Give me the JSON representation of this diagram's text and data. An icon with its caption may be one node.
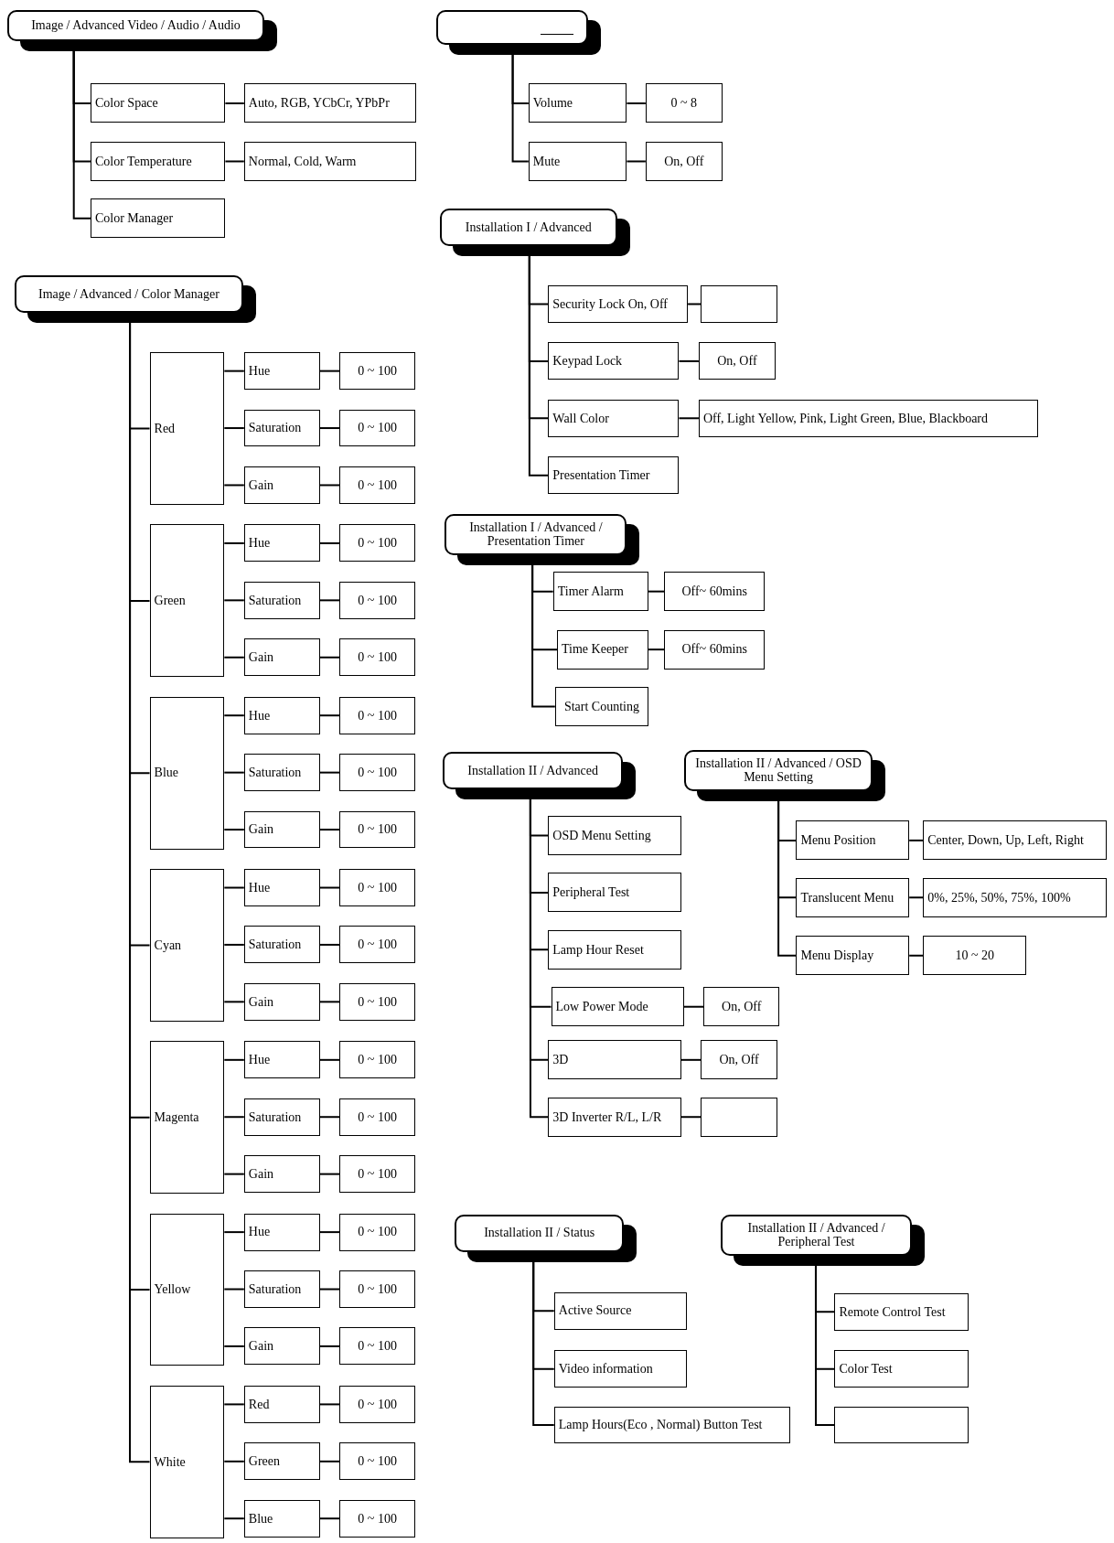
{
  "diagram": {
    "nodes": [
      {
        "text": [
          "Image / Advanced Video / Audio / Audio"
        ]
      },
      {
        "text": [
          "Color Space"
        ]
      },
      {
        "text": [
          "Auto, RGB, YCbCr, YPbPr"
        ]
      },
      {
        "text": [
          "Color Temperature"
        ]
      },
      {
        "text": [
          "Normal, Cold, Warm"
        ]
      },
      {
        "text": [
          "Color Manager"
        ]
      },
      {
        "text": [],
        "shape": "box"
      },
      {
        "text": [
          "Volume"
        ]
      },
      {
        "text": [
          "0 ~ 8"
        ]
      },
      {
        "text": [
          "Mute"
        ]
      },
      {
        "text": [
          "On, Off"
        ]
      },
      {
        "text": [
          "Installation I / Advanced"
        ]
      },
      {
        "text": [
          "Security Lock On, Off"
        ]
      },
      {
        "text": [],
        "shape": "box"
      },
      {
        "text": [
          "Keypad Lock"
        ]
      },
      {
        "text": [
          "On, Off"
        ]
      },
      {
        "text": [
          "Wall Color"
        ]
      },
      {
        "text": [
          "Off, Light Yellow, Pink, Light Green, Blue, Blackboard"
        ]
      },
      {
        "text": [
          "Presentation Timer"
        ]
      },
      {
        "text": [
          "Installation I / Advanced / Presentation Timer"
        ]
      },
      {
        "text": [
          "Timer Alarm"
        ]
      },
      {
        "text": [
          "Off~ 60mins"
        ]
      },
      {
        "text": [
          "Time Keeper"
        ]
      },
      {
        "text": [
          "Off~ 60mins"
        ]
      },
      {
        "text": [
          "Start Counting"
        ]
      },
      {
        "text": [
          "Installation II / Advanced"
        ]
      },
      {
        "text": [
          "Installation II / Advanced / OSD Menu Setting"
        ]
      },
      {
        "text": [
          "OSD Menu Setting"
        ]
      },
      {
        "text": [
          "Peripheral Test"
        ]
      },
      {
        "text": [
          "Lamp Hour Reset"
        ]
      },
      {
        "text": [
          "Low Power Mode"
        ]
      },
      {
        "text": [
          "On, Off"
        ]
      },
      {
        "text": [
          "3D"
        ]
      },
      {
        "text": [
          "On, Off"
        ]
      },
      {
        "text": [
          "3D Inverter R/L, L/R"
        ]
      },
      {
        "text": [],
        "shape": "box"
      },
      {
        "text": [
          "Menu Position"
        ]
      },
      {
        "text": [
          "Center, Down, Up, Left, Right"
        ]
      },
      {
        "text": [
          "Translucent Menu"
        ]
      },
      {
        "text": [
          "0%, 25%, 50%, 75%, 100%"
        ]
      },
      {
        "text": [
          "Menu Display"
        ]
      },
      {
        "text": [
          "10 ~ 20"
        ]
      },
      {
        "text": [
          "Installation II / Status"
        ]
      },
      {
        "text": [
          "Active Source"
        ]
      },
      {
        "text": [
          "Video information"
        ]
      },
      {
        "text": [
          "Lamp Hours(Eco , Normal) Button Test"
        ]
      },
      {
        "text": [
          "Installation II / Advanced / Peripheral Test"
        ]
      },
      {
        "text": [
          "Remote Control Test"
        ]
      },
      {
        "text": [
          "Color Test"
        ]
      },
      {
        "text": [],
        "shape": "box"
      },
      {
        "text": [
          "Image / Advanced / Color Manager"
        ]
      },
      {
        "text": [
          "Red"
        ]
      },
      {
        "text": [
          "Hue"
        ]
      },
      {
        "text": [
          "0 ~ 100"
        ]
      },
      {
        "text": [
          "Saturation"
        ]
      },
      {
        "text": [
          "0 ~ 100"
        ]
      },
      {
        "text": [
          "Gain"
        ]
      },
      {
        "text": [
          "0 ~ 100"
        ]
      },
      {
        "text": [
          "Green"
        ]
      },
      {
        "text": [
          "Hue"
        ]
      },
      {
        "text": [
          "0 ~ 100"
        ]
      },
      {
        "text": [
          "Saturation"
        ]
      },
      {
        "text": [
          "0 ~ 100"
        ]
      },
      {
        "text": [
          "Gain"
        ]
      },
      {
        "text": [
          "0 ~ 100"
        ]
      },
      {
        "text": [
          "Blue"
        ]
      },
      {
        "text": [
          "Hue"
        ]
      },
      {
        "text": [
          "0 ~ 100"
        ]
      },
      {
        "text": [
          "Saturation"
        ]
      },
      {
        "text": [
          "0 ~ 100"
        ]
      },
      {
        "text": [
          "Gain"
        ]
      },
      {
        "text": [
          "0 ~ 100"
        ]
      },
      {
        "text": [
          "Cyan"
        ]
      },
      {
        "text": [
          "Hue"
        ]
      },
      {
        "text": [
          "0 ~ 100"
        ]
      },
      {
        "text": [
          "Saturation"
        ]
      },
      {
        "text": [
          "0 ~ 100"
        ]
      },
      {
        "text": [
          "Gain"
        ]
      },
      {
        "text": [
          "0 ~ 100"
        ]
      },
      {
        "text": [
          "Magenta"
        ]
      },
      {
        "text": [
          "Hue"
        ]
      },
      {
        "text": [
          "0 ~ 100"
        ]
      },
      {
        "text": [
          "Saturation"
        ]
      },
      {
        "text": [
          "0 ~ 100"
        ]
      },
      {
        "text": [
          "Gain"
        ]
      },
      {
        "text": [
          "0 ~ 100"
        ]
      },
      {
        "text": [
          "Yellow"
        ]
      },
      {
        "text": [
          "Hue"
        ]
      },
      {
        "text": [
          "0 ~ 100"
        ]
      },
      {
        "text": [
          "Saturation"
        ]
      },
      {
        "text": [
          "0 ~ 100"
        ]
      },
      {
        "text": [
          "Gain"
        ]
      },
      {
        "text": [
          "0 ~ 100"
        ]
      },
      {
        "text": [
          "White"
        ]
      },
      {
        "text": [
          "Red"
        ]
      },
      {
        "text": [
          "0 ~ 100"
        ]
      },
      {
        "text": [
          "Green"
        ]
      },
      {
        "text": [
          "0 ~ 100"
        ]
      },
      {
        "text": [
          "Blue"
        ]
      },
      {
        "text": [
          "0 ~ 100"
        ]
      }
    ],
    "edges": [
      {
        "from": 0,
        "to": 1,
        "arrow": "none"
      },
      {
        "from": 0,
        "to": 3,
        "arrow": "none"
      },
      {
        "from": 0,
        "to": 5,
        "arrow": "none"
      },
      {
        "from": 1,
        "to": 2,
        "arrow": "none"
      },
      {
        "from": 3,
        "to": 4,
        "arrow": "none"
      },
      {
        "from": 6,
        "to": 7,
        "arrow": "none"
      },
      {
        "from": 6,
        "to": 9,
        "arrow": "none"
      },
      {
        "from": 7,
        "to": 8,
        "arrow": "none"
      },
      {
        "from": 9,
        "to": 10,
        "arrow": "none"
      },
      {
        "from": 11,
        "to": 12,
        "arrow": "none"
      },
      {
        "from": 11,
        "to": 14,
        "arrow": "none"
      },
      {
        "from": 11,
        "to": 16,
        "arrow": "none"
      },
      {
        "from": 11,
        "to": 18,
        "arrow": "none"
      },
      {
        "from": 12,
        "to": 13,
        "arrow": "none"
      },
      {
        "from": 14,
        "to": 15,
        "arrow": "none"
      },
      {
        "from": 16,
        "to": 17,
        "arrow": "none"
      },
      {
        "from": 19,
        "to": 20,
        "arrow": "none"
      },
      {
        "from": 19,
        "to": 22,
        "arrow": "none"
      },
      {
        "from": 19,
        "to": 24,
        "arrow": "none"
      },
      {
        "from": 20,
        "to": 21,
        "arrow": "none"
      },
      {
        "from": 22,
        "to": 23,
        "arrow": "none"
      },
      {
        "from": 25,
        "to": 27,
        "arrow": "none"
      },
      {
        "from": 25,
        "to": 28,
        "arrow": "none"
      },
      {
        "from": 25,
        "to": 29,
        "arrow": "none"
      },
      {
        "from": 25,
        "to": 30,
        "arrow": "none"
      },
      {
        "from": 25,
        "to": 32,
        "arrow": "none"
      },
      {
        "from": 25,
        "to": 34,
        "arrow": "none"
      },
      {
        "from": 30,
        "to": 31,
        "arrow": "none"
      },
      {
        "from": 32,
        "to": 33,
        "arrow": "none"
      },
      {
        "from": 34,
        "to": 35,
        "arrow": "none"
      },
      {
        "from": 26,
        "to": 36,
        "arrow": "none"
      },
      {
        "from": 26,
        "to": 38,
        "arrow": "none"
      },
      {
        "from": 26,
        "to": 40,
        "arrow": "none"
      },
      {
        "from": 36,
        "to": 37,
        "arrow": "none"
      },
      {
        "from": 38,
        "to": 39,
        "arrow": "none"
      },
      {
        "from": 40,
        "to": 41,
        "arrow": "none"
      },
      {
        "from": 42,
        "to": 43,
        "arrow": "none"
      },
      {
        "from": 42,
        "to": 44,
        "arrow": "none"
      },
      {
        "from": 42,
        "to": 45,
        "arrow": "none"
      },
      {
        "from": 46,
        "to": 47,
        "arrow": "none"
      },
      {
        "from": 46,
        "to": 48,
        "arrow": "none"
      },
      {
        "from": 46,
        "to": 49,
        "arrow": "none"
      },
      {
        "from": 50,
        "to": 51,
        "arrow": "none"
      },
      {
        "from": 50,
        "to": 58,
        "arrow": "none"
      },
      {
        "from": 50,
        "to": 65,
        "arrow": "none"
      },
      {
        "from": 50,
        "to": 72,
        "arrow": "none"
      },
      {
        "from": 50,
        "to": 79,
        "arrow": "none"
      },
      {
        "from": 50,
        "to": 86,
        "arrow": "none"
      },
      {
        "from": 50,
        "to": 93,
        "arrow": "none"
      },
      {
        "from": 51,
        "to": 52,
        "arrow": "none"
      },
      {
        "from": 51,
        "to": 54,
        "arrow": "none"
      },
      {
        "from": 51,
        "to": 56,
        "arrow": "none"
      },
      {
        "from": 52,
        "to": 53,
        "arrow": "none"
      },
      {
        "from": 54,
        "to": 55,
        "arrow": "none"
      },
      {
        "from": 56,
        "to": 57,
        "arrow": "none"
      },
      {
        "from": 58,
        "to": 59,
        "arrow": "none"
      },
      {
        "from": 58,
        "to": 61,
        "arrow": "none"
      },
      {
        "from": 58,
        "to": 63,
        "arrow": "none"
      },
      {
        "from": 59,
        "to": 60,
        "arrow": "none"
      },
      {
        "from": 61,
        "to": 62,
        "arrow": "none"
      },
      {
        "from": 63,
        "to": 64,
        "arrow": "none"
      },
      {
        "from": 65,
        "to": 66,
        "arrow": "none"
      },
      {
        "from": 65,
        "to": 68,
        "arrow": "none"
      },
      {
        "from": 65,
        "to": 70,
        "arrow": "none"
      },
      {
        "from": 66,
        "to": 67,
        "arrow": "none"
      },
      {
        "from": 68,
        "to": 69,
        "arrow": "none"
      },
      {
        "from": 70,
        "to": 71,
        "arrow": "none"
      },
      {
        "from": 72,
        "to": 73,
        "arrow": "none"
      },
      {
        "from": 72,
        "to": 75,
        "arrow": "none"
      },
      {
        "from": 72,
        "to": 77,
        "arrow": "none"
      },
      {
        "from": 73,
        "to": 74,
        "arrow": "none"
      },
      {
        "from": 75,
        "to": 76,
        "arrow": "none"
      },
      {
        "from": 77,
        "to": 78,
        "arrow": "none"
      },
      {
        "from": 79,
        "to": 80,
        "arrow": "none"
      },
      {
        "from": 79,
        "to": 82,
        "arrow": "none"
      },
      {
        "from": 79,
        "to": 84,
        "arrow": "none"
      },
      {
        "from": 80,
        "to": 81,
        "arrow": "none"
      },
      {
        "from": 82,
        "to": 83,
        "arrow": "none"
      },
      {
        "from": 84,
        "to": 85,
        "arrow": "none"
      },
      {
        "from": 86,
        "to": 87,
        "arrow": "none"
      },
      {
        "from": 86,
        "to": 89,
        "arrow": "none"
      },
      {
        "from": 86,
        "to": 91,
        "arrow": "none"
      },
      {
        "from": 87,
        "to": 88,
        "arrow": "none"
      },
      {
        "from": 89,
        "to": 90,
        "arrow": "none"
      },
      {
        "from": 91,
        "to": 92,
        "arrow": "none"
      },
      {
        "from": 93,
        "to": 94,
        "arrow": "none"
      },
      {
        "from": 93,
        "to": 96,
        "arrow": "none"
      },
      {
        "from": 93,
        "to": 98,
        "arrow": "none"
      },
      {
        "from": 94,
        "to": 95,
        "arrow": "none"
      },
      {
        "from": 96,
        "to": 97,
        "arrow": "none"
      },
      {
        "from": 98,
        "to": 99,
        "arrow": "none"
      }
    ]
  }
}
